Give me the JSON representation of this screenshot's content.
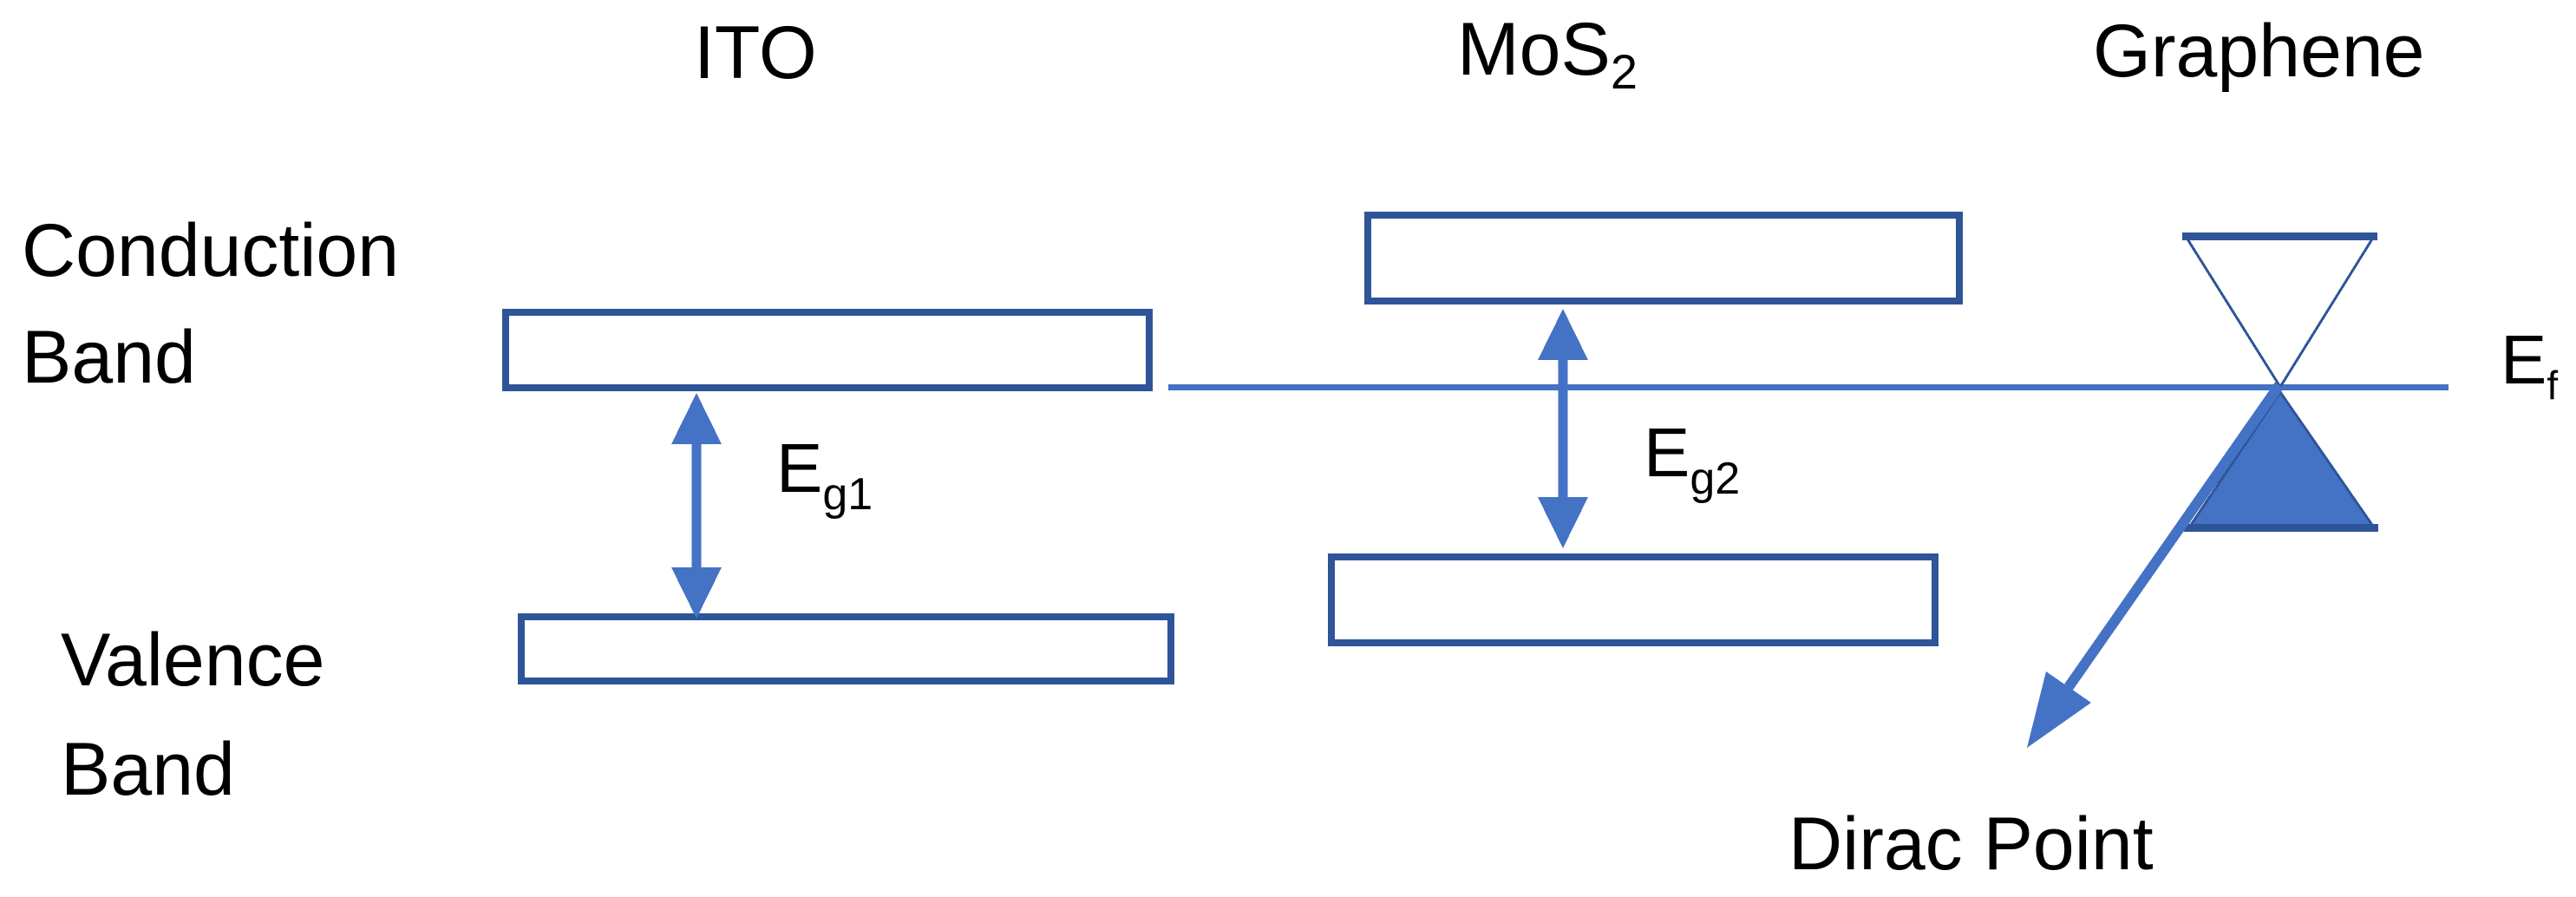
{
  "columns": {
    "ito": {
      "label": "ITO"
    },
    "mos2": {
      "base": "MoS",
      "sub": "2"
    },
    "graphene": {
      "label": "Graphene"
    }
  },
  "bands": {
    "conduction": {
      "line1": "Conduction",
      "line2": "Band"
    },
    "valence": {
      "line1": "Valence",
      "line2": "Band"
    }
  },
  "gaps": {
    "eg1": {
      "base": "E",
      "sub": "g1"
    },
    "eg2": {
      "base": "E",
      "sub": "g2"
    }
  },
  "fermi": {
    "base": "E",
    "sub": "f"
  },
  "dirac": {
    "label": "Dirac Point"
  },
  "colors": {
    "outline": "#2e5597",
    "accent": "#4472c4",
    "text": "#000000",
    "background": "#ffffff"
  }
}
